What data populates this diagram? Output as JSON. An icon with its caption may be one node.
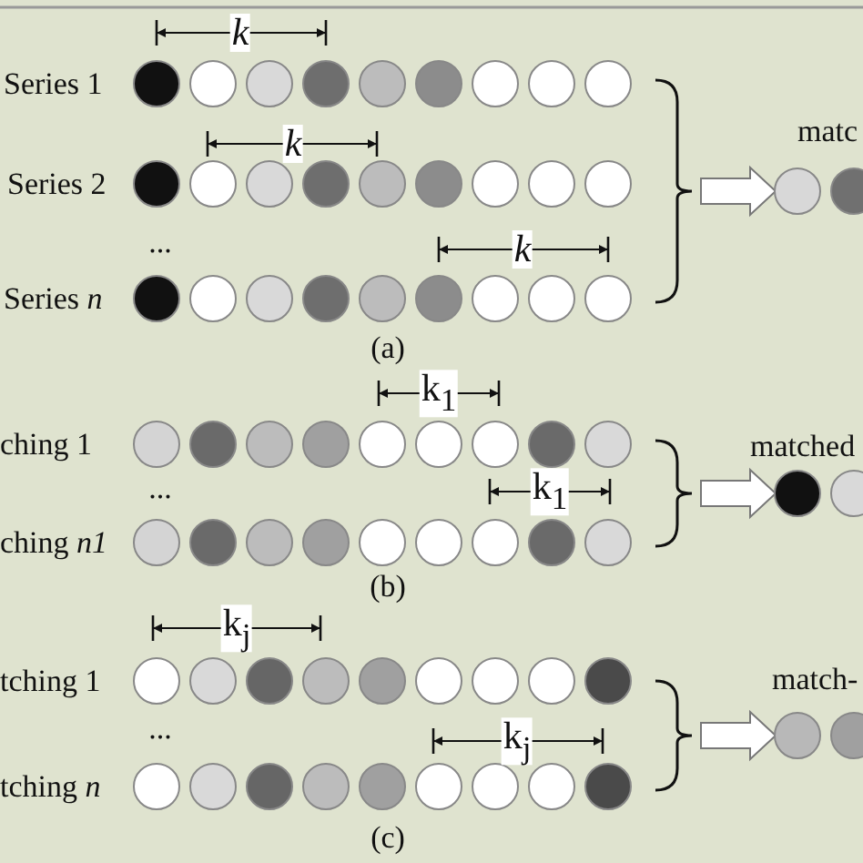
{
  "diagram": {
    "labels": [
      "Series 1",
      "k",
      "Series 2",
      "k",
      "...",
      "k",
      "Series *n*",
      "matc",
      "(a)",
      "k$_{1}$",
      "ching 1",
      "...",
      "k$_{1}$",
      "ching *n1*",
      "matched",
      "(b)",
      "k$_{j}$",
      "tching 1",
      "...",
      "k$_{j}$",
      "tching *n*",
      "match-",
      "(c)"
    ]
  }
}
